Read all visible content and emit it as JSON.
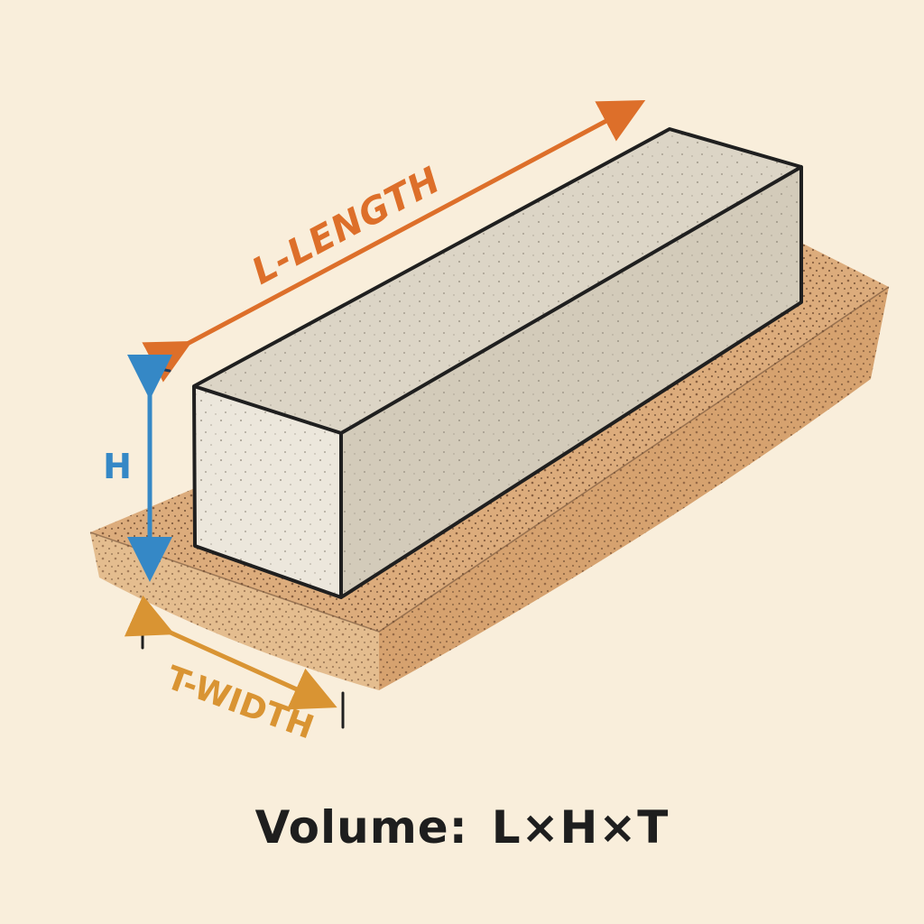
{
  "labels": {
    "length": "L-LENGTH",
    "height": "H",
    "width": "T-WIDTH"
  },
  "formula": {
    "prefix": "Volume:",
    "expression": "L×H×T"
  },
  "colors": {
    "background": "#f9eedb",
    "length_arrow": "#dd6f2a",
    "height_arrow": "#3588c6",
    "width_arrow": "#d99433",
    "block_top": "#dcd5c6",
    "block_front": "#ece7dc",
    "block_side": "#d3cbba",
    "ground": "#dcac7c",
    "outline": "#1f1f1f"
  }
}
